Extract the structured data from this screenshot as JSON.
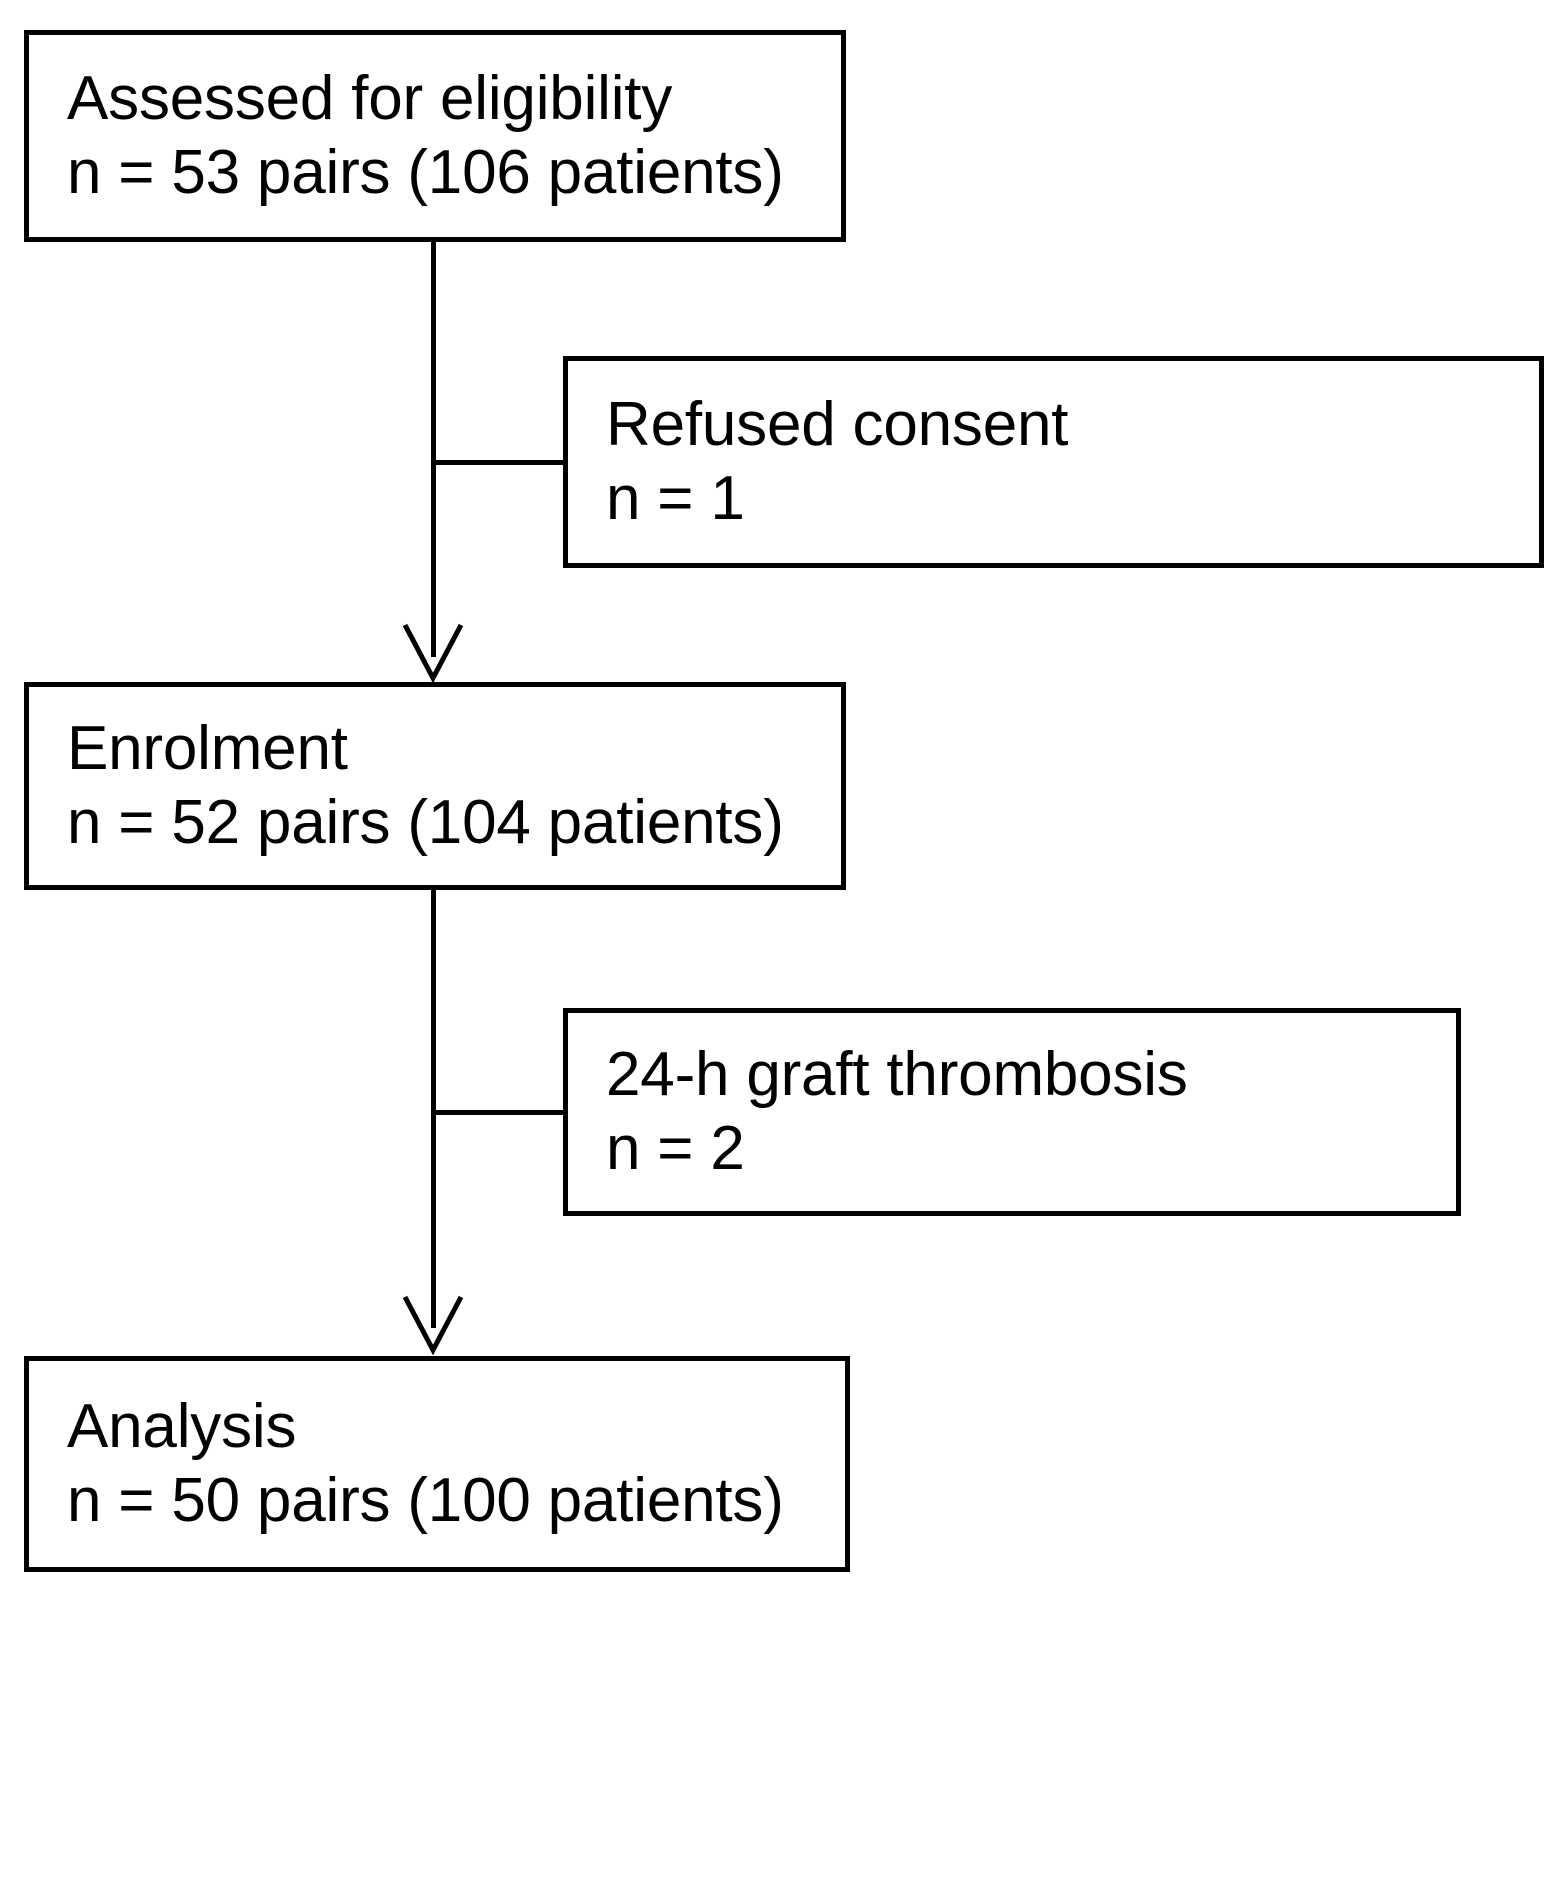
{
  "diagram": {
    "type": "flowchart",
    "orientation": "vertical",
    "title": "CONSORT-style participant flow diagram",
    "colors": {
      "background": "#ffffff",
      "box_border": "#000000",
      "text": "#000000",
      "connector": "#000000"
    },
    "nodes": [
      {
        "id": "assessed",
        "name": "assessed-for-eligibility",
        "line1": "Assessed for eligibility",
        "line2": "n = 53 pairs (106 patients)",
        "pairs": 53,
        "patients": 106
      },
      {
        "id": "refused",
        "name": "refused-consent",
        "line1": "Refused consent",
        "line2": "n = 1",
        "count": 1
      },
      {
        "id": "enrolment",
        "name": "enrolment",
        "line1": "Enrolment",
        "line2": "n = 52 pairs (104 patients)",
        "pairs": 52,
        "patients": 104
      },
      {
        "id": "thrombosis",
        "name": "graft-thrombosis",
        "line1": "24-h graft thrombosis",
        "line2": "n = 2",
        "count": 2
      },
      {
        "id": "analysis",
        "name": "analysis",
        "line1": "Analysis",
        "line2": "n = 50 pairs (100 patients)",
        "pairs": 50,
        "patients": 100
      }
    ],
    "edges": [
      {
        "from": "assessed",
        "to": "enrolment",
        "kind": "arrow",
        "name": "assessed-to-enrolment"
      },
      {
        "from": "assessed",
        "to": "refused",
        "kind": "branch",
        "name": "assessed-to-refused"
      },
      {
        "from": "enrolment",
        "to": "analysis",
        "kind": "arrow",
        "name": "enrolment-to-analysis"
      },
      {
        "from": "enrolment",
        "to": "thrombosis",
        "kind": "branch",
        "name": "enrolment-to-thrombosis"
      }
    ]
  }
}
